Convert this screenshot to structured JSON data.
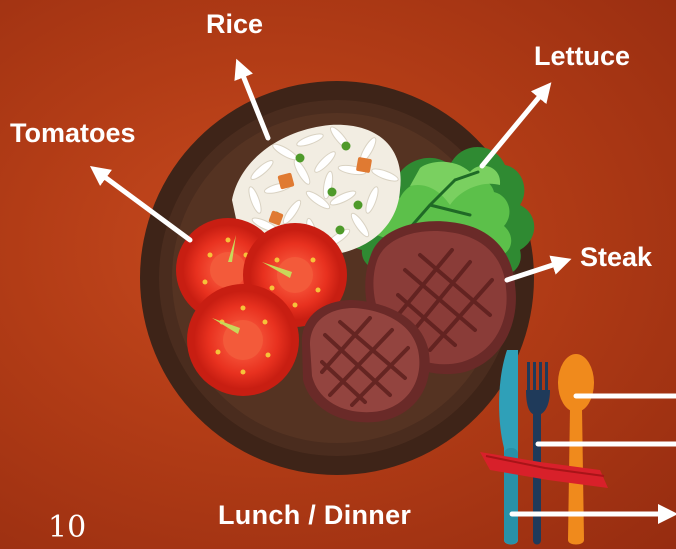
{
  "labels": {
    "rice": "Rice",
    "lettuce": "Lettuce",
    "tomatoes": "Tomatoes",
    "steak": "Steak"
  },
  "caption": "Lunch / Dinner",
  "page_number": "10",
  "icons": [
    "plate-icon",
    "rice-icon",
    "lettuce-icon",
    "tomato-icon",
    "steak-icon",
    "knife-icon",
    "fork-icon",
    "spoon-icon",
    "ribbon-icon"
  ],
  "colors": {
    "background": "#b23c16",
    "plate": "#3e2418",
    "label_text": "#ffffff",
    "knife": "#2fa0b8",
    "fork": "#1f3a5a",
    "spoon": "#f08a1c",
    "ribbon": "#d8202a"
  }
}
